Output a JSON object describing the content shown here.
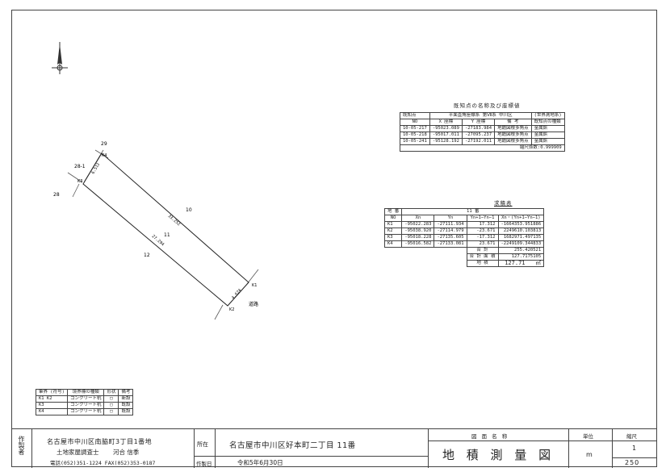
{
  "benchmarks": {
    "title": "既知点の名称及び座標値",
    "system_label": "平面直角座標系 第Ⅶ系  中川区",
    "datum_label": "(世界測地系)",
    "headers": [
      "既知点",
      "X 座標",
      "Y 座標",
      "備 考",
      "既知点の種類"
    ],
    "subheader": "NO",
    "rows": [
      [
        "10-05-217",
        "-95023.089",
        "-27183.984",
        "地籍図根多角点",
        "金属鋲"
      ],
      [
        "10-05-218",
        "-95017.011",
        "-27095.237",
        "地籍図根多角点",
        "金属鋲"
      ],
      [
        "10-05-241",
        "-95128.192",
        "-27192.011",
        "地籍図根多角点",
        "金属鋲"
      ]
    ],
    "scale_factor": "縮尺係数:0.999909"
  },
  "area_calc": {
    "title": "求積表",
    "parcel_label": "地 番",
    "parcel_value": "11 番",
    "headers": [
      "NO",
      "Xn",
      "Yn",
      "Yn+1−Yn−1",
      "Xn・(Yn+1−Yn−1)"
    ],
    "rows": [
      [
        "K1",
        "-95022.283",
        "-27111.934",
        "17.312",
        "-1664353.951886"
      ],
      [
        "K2",
        "-95038.920",
        "-27114.979",
        "-23.671",
        "2249610.103813"
      ],
      [
        "K3",
        "-95018.228",
        "-27135.605",
        "-17.312",
        "1682971.497135"
      ],
      [
        "K4",
        "-95016.582",
        "-27133.081",
        "23.671",
        "-2249109.344833"
      ]
    ],
    "total_label": "合 計",
    "total_value": "255.420521",
    "double_area_label": "合 計 面 積",
    "double_area_value": "127.7175105",
    "area_label": "地 積",
    "area_value": "127.71",
    "area_unit": "㎡"
  },
  "plot": {
    "neighbors": [
      "29",
      "28-1",
      "28",
      "10",
      "11",
      "12"
    ],
    "points": [
      "K1",
      "K2",
      "K3",
      "K4"
    ],
    "dims": [
      "6.512",
      "33.252",
      "27.294",
      "4.624"
    ],
    "road": "道路"
  },
  "markers": {
    "headers": [
      "筆界 (符号)",
      "境界標の種類",
      "形状",
      "備考"
    ],
    "rows": [
      [
        "K1  K2",
        "コンクリート杭",
        "□",
        "新設"
      ],
      [
        "K3",
        "コンクリート杭",
        "□",
        "既設"
      ],
      [
        "K4",
        "コンクリート杭",
        "□",
        "既設"
      ]
    ]
  },
  "title_block": {
    "creator_label": "作製者",
    "address": "名古屋市中川区南脇町3丁目1番地",
    "profession": "土地家屋調査士",
    "surveyor": "河合 信季",
    "phone": "電話(052)351-1224  FAX(052)353-0187",
    "location_label": "所在",
    "location_value": "名古屋市中川区好本町二丁目  11番",
    "date_label": "作製日",
    "date_value": "令和5年6月30日",
    "drawing_name_label": "図 面 名 称",
    "drawing_name": "地 積 測 量 図",
    "unit_label": "単位",
    "unit_value": "m",
    "scale_label": "縮尺",
    "scale_num": "1",
    "scale_den": "250"
  }
}
